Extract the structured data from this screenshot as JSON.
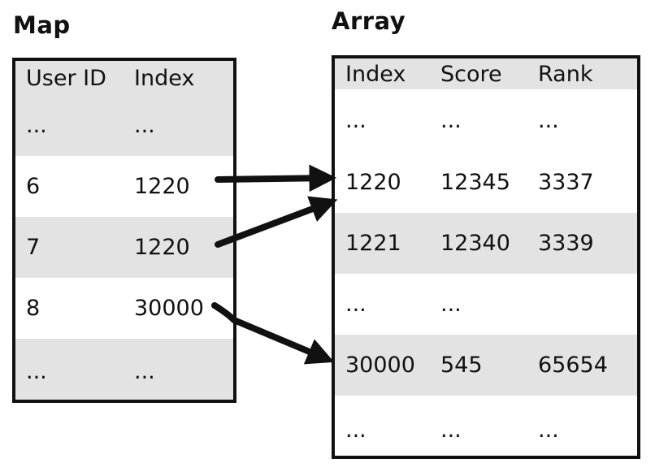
{
  "map": {
    "title": "Map",
    "columns": [
      "User ID",
      "Index"
    ],
    "rows": [
      [
        "...",
        "..."
      ],
      [
        "6",
        "1220"
      ],
      [
        "7",
        "1220"
      ],
      [
        "8",
        "30000"
      ],
      [
        "...",
        "..."
      ]
    ]
  },
  "array": {
    "title": "Array",
    "columns": [
      "Index",
      "Score",
      "Rank"
    ],
    "rows": [
      [
        "...",
        "...",
        "..."
      ],
      [
        "1220",
        "12345",
        "3337"
      ],
      [
        "1221",
        "12340",
        "3339"
      ],
      [
        "...",
        "...",
        ""
      ],
      [
        "30000",
        "545",
        "65654"
      ],
      [
        "...",
        "...",
        "..."
      ]
    ]
  },
  "arrows": [
    {
      "from": "map-row-6",
      "to": "array-row-1220"
    },
    {
      "from": "map-row-7",
      "to": "array-row-1220"
    },
    {
      "from": "map-row-8",
      "to": "array-row-30000"
    }
  ]
}
